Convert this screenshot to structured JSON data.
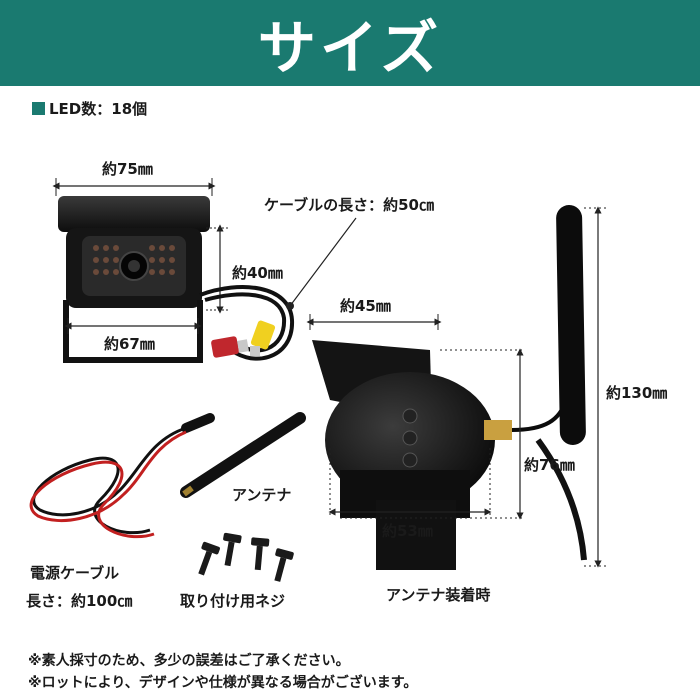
{
  "header": {
    "title": "サイズ",
    "bg_color": "#1a7a70"
  },
  "led": {
    "text": "LED数：18個"
  },
  "dimensions": {
    "cam_width": "約75㎜",
    "cam_height": "約40㎜",
    "cam_bracket": "約67㎜",
    "cable_length": "ケーブルの長さ：約50㎝",
    "side_depth": "約45㎜",
    "antenna_height": "約130㎜",
    "side_height": "約76㎜",
    "side_base": "約53㎜"
  },
  "parts": {
    "antenna": "アンテナ",
    "power_cable_line1": "電源ケーブル",
    "power_cable_line2": "長さ：約100㎝",
    "screws": "取り付け用ネジ",
    "antenna_mounted": "アンテナ装着時"
  },
  "notes": [
    "※素人採寸のため、多少の誤差はご了承ください。",
    "※ロットにより、デザインや仕様が異なる場合がございます。"
  ]
}
